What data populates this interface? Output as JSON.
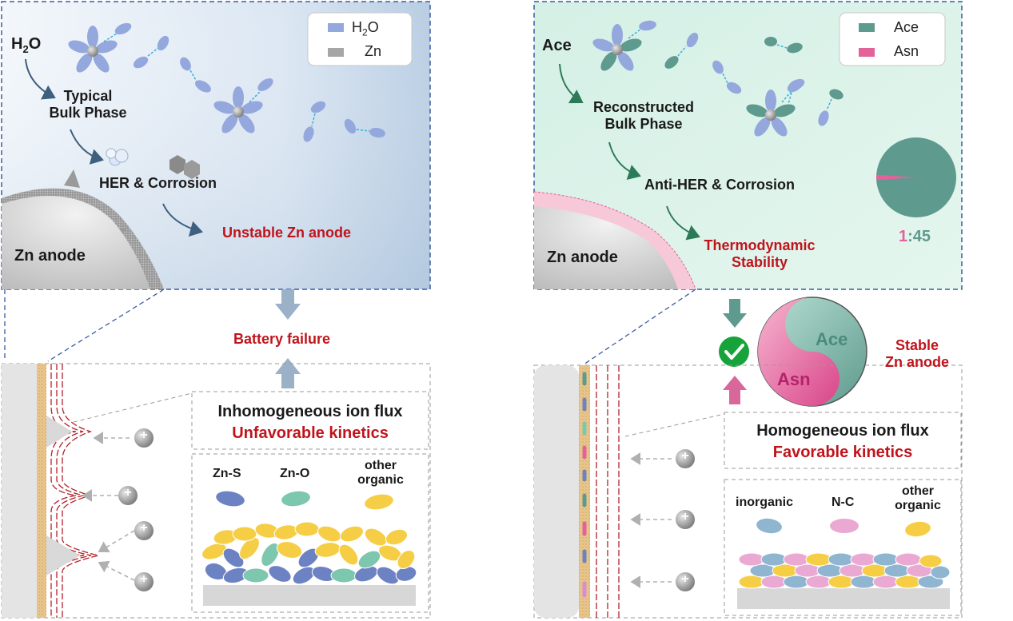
{
  "colors": {
    "accent_red": "#c0141c",
    "ace": "#5e9a8e",
    "asn": "#e2639a",
    "h2o": "#94a8de",
    "zn": "#a6a6a6"
  },
  "left": {
    "legend": [
      {
        "formula": "H",
        "sub": "2",
        "tail": "O"
      },
      {
        "formula": "Zn",
        "sub": "",
        "tail": ""
      }
    ],
    "h2o": {
      "main": "H",
      "sub": "2",
      "tail": "O"
    },
    "bulk_line1": "Typical",
    "bulk_line2": "Bulk Phase",
    "her": "HER & Corrosion",
    "unstable": "Unstable Zn anode",
    "zn_anode": "Zn anode",
    "battery_failure": "Battery failure",
    "flux": "Inhomogeneous ion flux",
    "kinetics": "Unfavorable kinetics",
    "sei": {
      "a": "Zn-S",
      "b": "Zn-O",
      "c1": "other",
      "c2": "organic"
    }
  },
  "right": {
    "legend": [
      "Ace",
      "Asn"
    ],
    "ace": "Ace",
    "bulk_line1": "Reconstructed",
    "bulk_line2": "Bulk Phase",
    "anti": "Anti-HER & Corrosion",
    "thermo_line1": "Thermodynamic",
    "thermo_line2": "Stability",
    "zn_anode": "Zn anode",
    "ratio_a": "1",
    "ratio_sep": ":",
    "ratio_b": "45",
    "pie_ratio": [
      1,
      45
    ],
    "yin": "Ace",
    "yang": "Asn",
    "stable_line1": "Stable",
    "stable_line2": "Zn anode",
    "flux": "Homogeneous ion flux",
    "kinetics": "Favorable kinetics",
    "sei": {
      "a": "inorganic",
      "b": "N-C",
      "c1": "other",
      "c2": "organic"
    }
  },
  "ion_sign": "+"
}
